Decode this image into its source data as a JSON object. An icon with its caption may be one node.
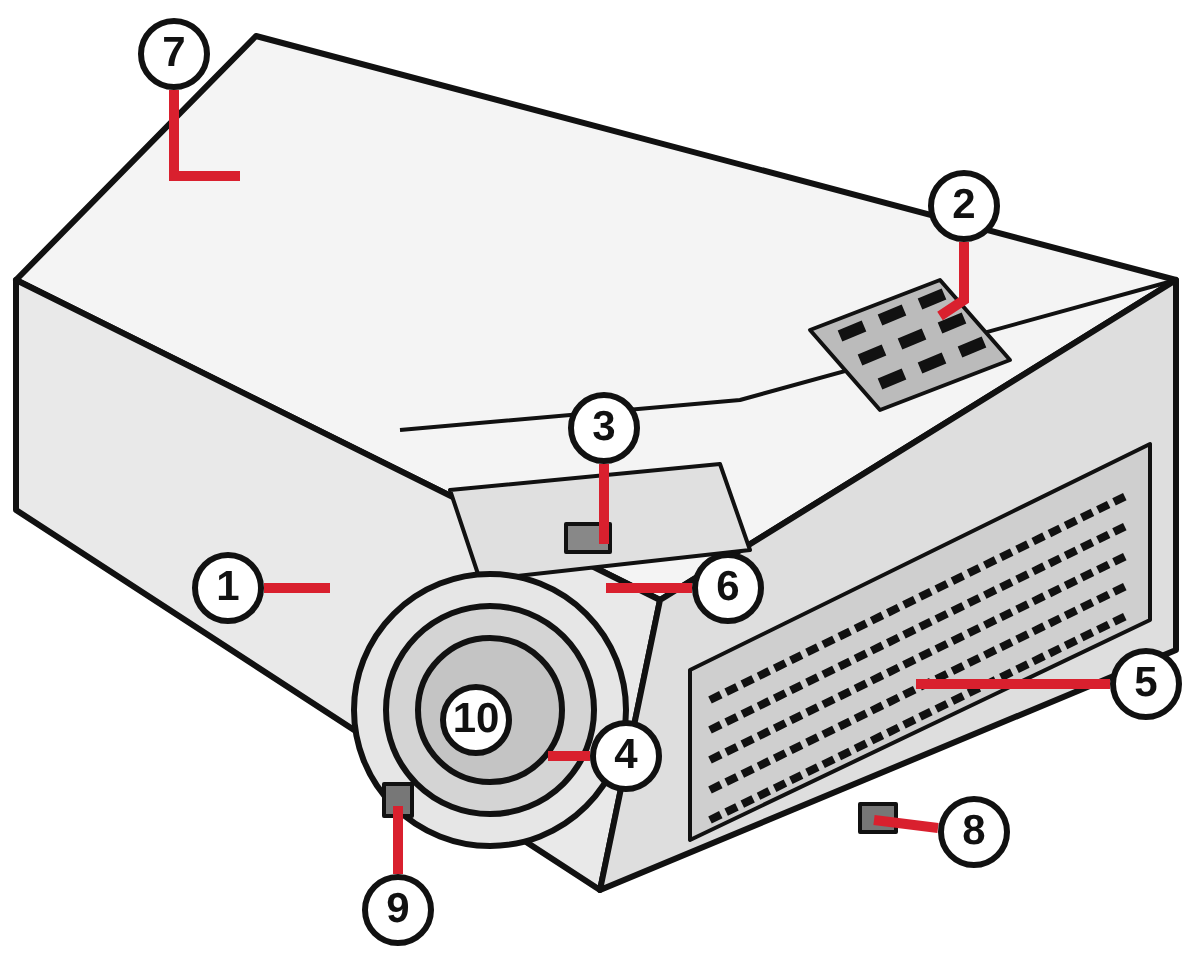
{
  "diagram": {
    "nodes": [
      {
        "text": [
          "7"
        ]
      },
      {
        "text": [
          "2"
        ]
      },
      {
        "text": [
          "3"
        ]
      },
      {
        "text": [
          "1"
        ]
      },
      {
        "text": [
          "6"
        ]
      },
      {
        "text": [
          "5"
        ]
      },
      {
        "text": [
          "10"
        ]
      },
      {
        "text": [
          "4"
        ]
      },
      {
        "text": [
          "8"
        ]
      },
      {
        "text": [
          "9"
        ]
      }
    ],
    "edges": [
      {
        "from": 0,
        "to": null,
        "arrow": "none"
      },
      {
        "from": 1,
        "to": null,
        "arrow": "none"
      },
      {
        "from": 2,
        "to": null,
        "arrow": "none"
      },
      {
        "from": 3,
        "to": null,
        "arrow": "none"
      },
      {
        "from": 4,
        "to": null,
        "arrow": "none"
      },
      {
        "from": 5,
        "to": null,
        "arrow": "none"
      },
      {
        "from": 7,
        "to": null,
        "arrow": "none"
      },
      {
        "from": 8,
        "to": null,
        "arrow": "none"
      },
      {
        "from": 9,
        "to": null,
        "arrow": "none"
      }
    ]
  }
}
